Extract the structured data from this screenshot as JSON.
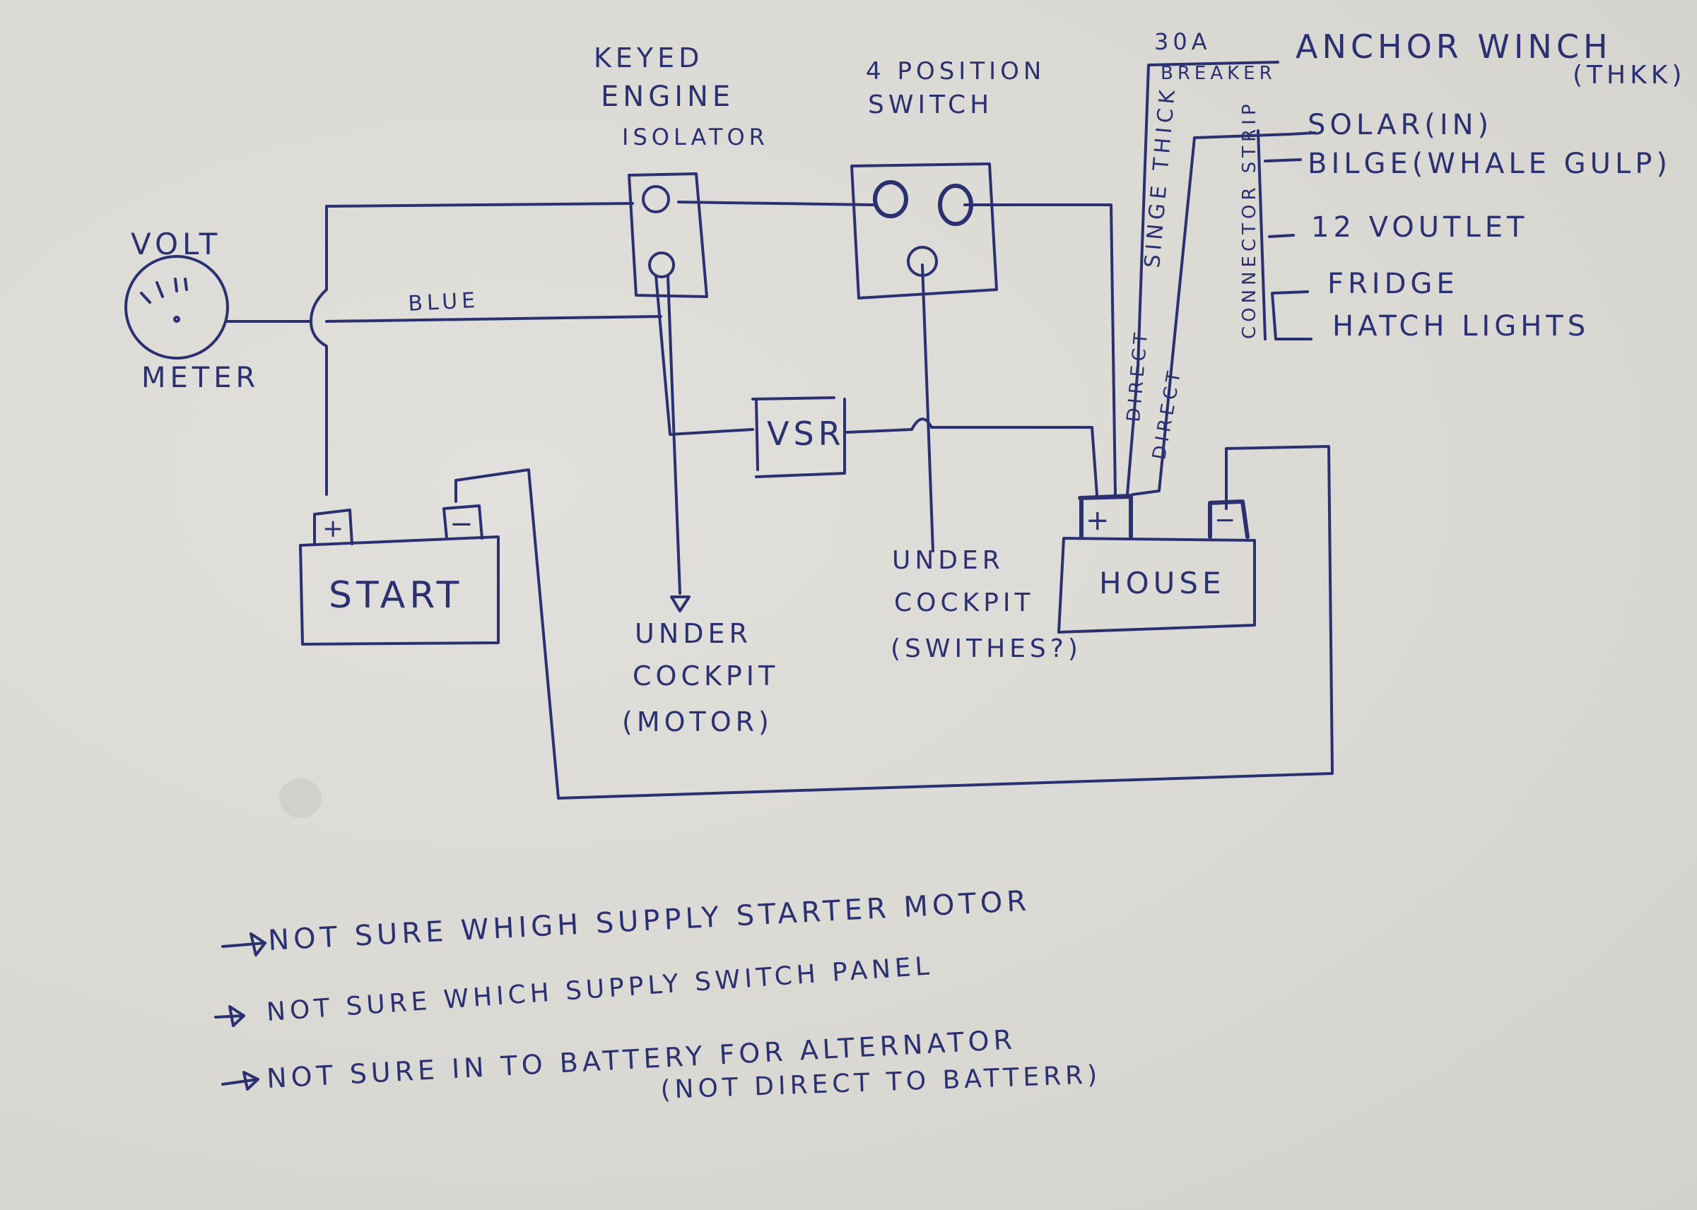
{
  "components": {
    "volt_meter": {
      "label_top": "VOLT",
      "label_bottom": "METER"
    },
    "keyed_isolator": {
      "label_lines": [
        "KEYED",
        "ENGINE",
        "ISOLATOR"
      ]
    },
    "four_position_switch": {
      "label_lines": [
        "4 POSITION",
        "SWITCH"
      ]
    },
    "vsr": {
      "label": "VSR"
    },
    "start_battery": {
      "label": "START",
      "positive": "+",
      "negative": "−"
    },
    "house_battery": {
      "label": "HOUSE",
      "positive": "+",
      "negative": "−"
    },
    "breaker": {
      "rating": "30A",
      "label": "BREAKER"
    },
    "connector_strip": {
      "label": "CONNECTOR STRIP"
    }
  },
  "wire_labels": {
    "blue": "BLUE",
    "single_thick": "SINGE THICK",
    "direct_1": "DIRECT",
    "direct_2": "DIRECT"
  },
  "anchor_winch": {
    "label": "ANCHOR WINCH",
    "note": "(THKK)"
  },
  "connector_outputs": [
    "SOLAR(IN)",
    "BILGE(WHALE GULP)",
    "12 VOUTLET",
    "FRIDGE",
    "HATCH LIGHTS"
  ],
  "destinations": {
    "motor": [
      "UNDER",
      "COCKPIT",
      "(MOTOR)"
    ],
    "switches": [
      "UNDER",
      "COCKPIT",
      "(SWITHES?)"
    ]
  },
  "notes": [
    "NOT SURE WHIGH SUPPLY STARTER MOTOR",
    "NOT SURE WHICH SUPPLY SWITCH PANEL",
    "NOT SURE IN TO BATTERY FOR ALTERNATOR",
    "(NOT DIRECT TO BATTERR)"
  ],
  "colors": {
    "ink": "#2b3070",
    "paper": "#dcdad6"
  }
}
